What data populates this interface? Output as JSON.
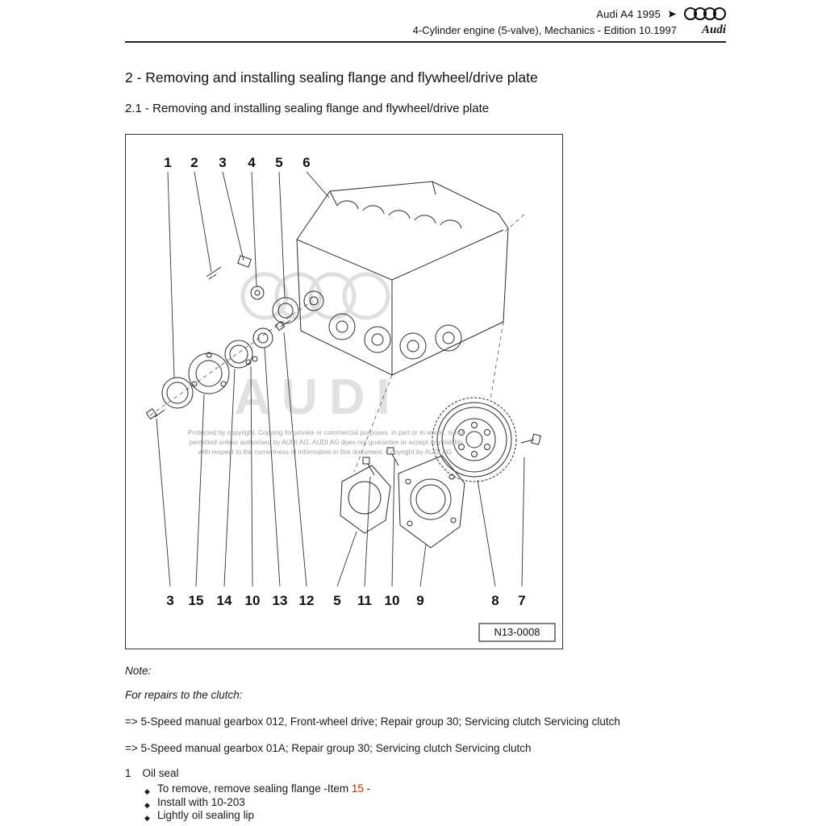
{
  "header": {
    "model": "Audi A4 1995",
    "arrow_icon": "forward-arrow",
    "logo_icon": "audi-rings",
    "subtitle": "4-Cylinder engine (5-valve), Mechanics - Edition 10.1997",
    "brand_wordmark": "Audi"
  },
  "headings": {
    "section": "2 - Removing and installing sealing flange and flywheel/drive plate",
    "subsection": "2.1 - Removing and installing sealing flange and flywheel/drive plate"
  },
  "figure": {
    "figure_id": "N13-0008",
    "watermark": "AUDI",
    "top_callouts": [
      "1",
      "2",
      "3",
      "4",
      "5",
      "6"
    ],
    "bottom_callouts": [
      "3",
      "15",
      "14",
      "10",
      "13",
      "12",
      "5",
      "11",
      "10",
      "9",
      "8",
      "7"
    ],
    "copyright_lines": [
      "Protected by copyright. Copying for private or commercial purposes, in part or in whole, is not",
      "permitted unless authorised by AUDI AG. AUDI AG does not guarantee or accept any liability",
      "with respect to the correctness of information in this document. Copyright by AUDI AG."
    ]
  },
  "notes": {
    "note_label": "Note:",
    "clutch_intro": "For repairs to the clutch:",
    "references": [
      "=> 5-Speed manual gearbox 012, Front-wheel drive; Repair group 30; Servicing clutch Servicing clutch",
      "=> 5-Speed manual gearbox 01A; Repair group 30; Servicing clutch Servicing clutch"
    ]
  },
  "items": [
    {
      "number": "1",
      "label": "Oil seal",
      "bullets": [
        {
          "pre": "To remove, remove sealing flange -Item ",
          "highlight": "15",
          "post": " -"
        },
        {
          "pre": "Install with 10-203",
          "highlight": "",
          "post": ""
        },
        {
          "pre": "Lightly oil sealing lip",
          "highlight": "",
          "post": ""
        }
      ]
    }
  ],
  "glyphs": {
    "bullet": "◆"
  },
  "colors": {
    "highlight_red": "#cc2200",
    "text": "#1a1a1a"
  }
}
